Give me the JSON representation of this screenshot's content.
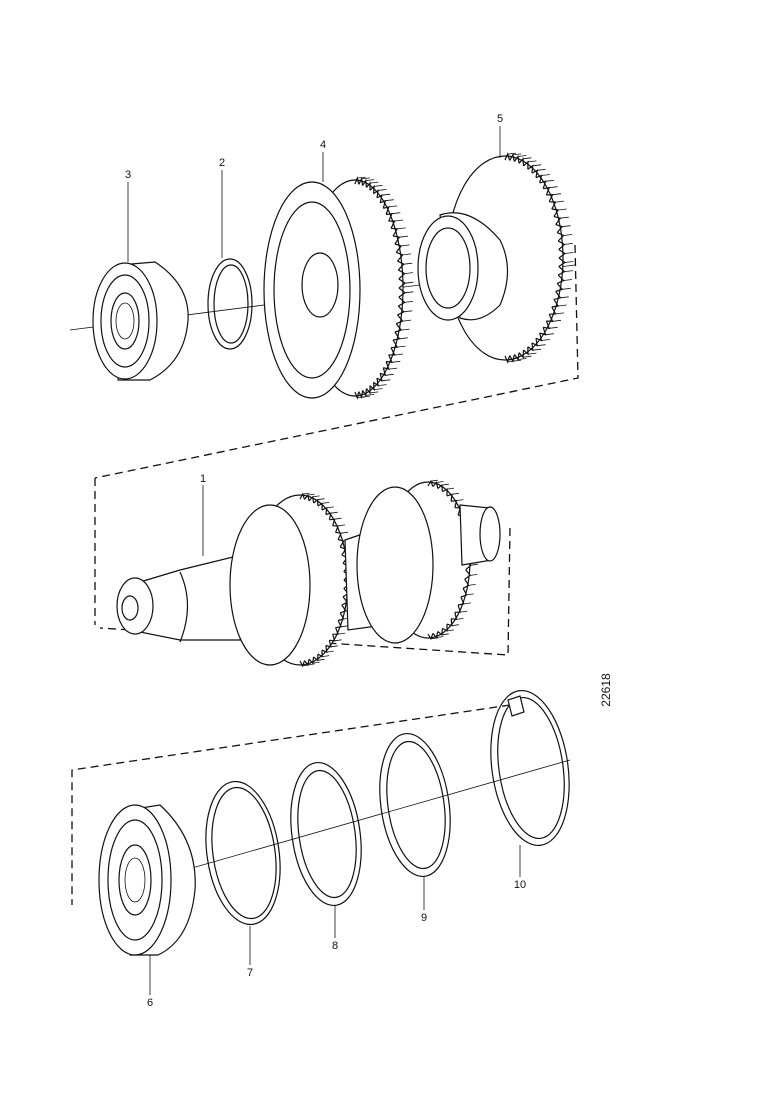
{
  "drawing": {
    "reference_number": "22618"
  },
  "callouts": [
    {
      "id": "1",
      "text": "1"
    },
    {
      "id": "2",
      "text": "2"
    },
    {
      "id": "3",
      "text": "3"
    },
    {
      "id": "4",
      "text": "4"
    },
    {
      "id": "5",
      "text": "5"
    },
    {
      "id": "6",
      "text": "6"
    },
    {
      "id": "7",
      "text": "7"
    },
    {
      "id": "8",
      "text": "8"
    },
    {
      "id": "9",
      "text": "9"
    },
    {
      "id": "10",
      "text": "10"
    }
  ],
  "parts": [
    {
      "callout": "3",
      "kind": "bearing"
    },
    {
      "callout": "2",
      "kind": "snap-ring"
    },
    {
      "callout": "4",
      "kind": "gear"
    },
    {
      "callout": "5",
      "kind": "gear"
    },
    {
      "callout": "1",
      "kind": "countershaft"
    },
    {
      "callout": "6",
      "kind": "bearing"
    },
    {
      "callout": "7",
      "kind": "shim-ring"
    },
    {
      "callout": "8",
      "kind": "shim-ring"
    },
    {
      "callout": "9",
      "kind": "shim-ring"
    },
    {
      "callout": "10",
      "kind": "snap-ring"
    }
  ]
}
